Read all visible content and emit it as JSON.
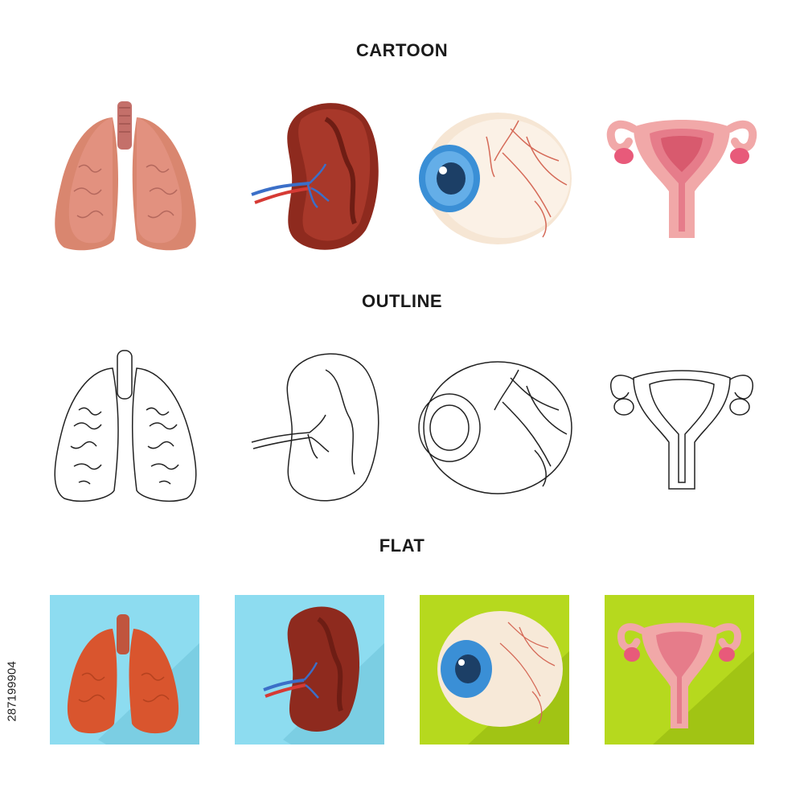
{
  "sections": {
    "cartoon": "CARTOON",
    "outline": "OUTLINE",
    "flat": "FLAT"
  },
  "stock_id": "287199904",
  "icons": {
    "row1": [
      "lungs-icon",
      "spleen-icon",
      "eyeball-icon",
      "uterus-icon"
    ],
    "row2": [
      "lungs-outline-icon",
      "spleen-outline-icon",
      "eyeball-outline-icon",
      "uterus-outline-icon"
    ],
    "row3": [
      "lungs-flat-icon",
      "spleen-flat-icon",
      "eyeball-flat-icon",
      "uterus-flat-icon"
    ]
  },
  "colors": {
    "lung": "#d9866f",
    "spleen": "#8e2a1e",
    "iris": "#3a8fd6",
    "uterus": "#f1a8a8",
    "flat_bg_blue": "#8ddcf0",
    "flat_bg_green": "#b6d91e"
  }
}
